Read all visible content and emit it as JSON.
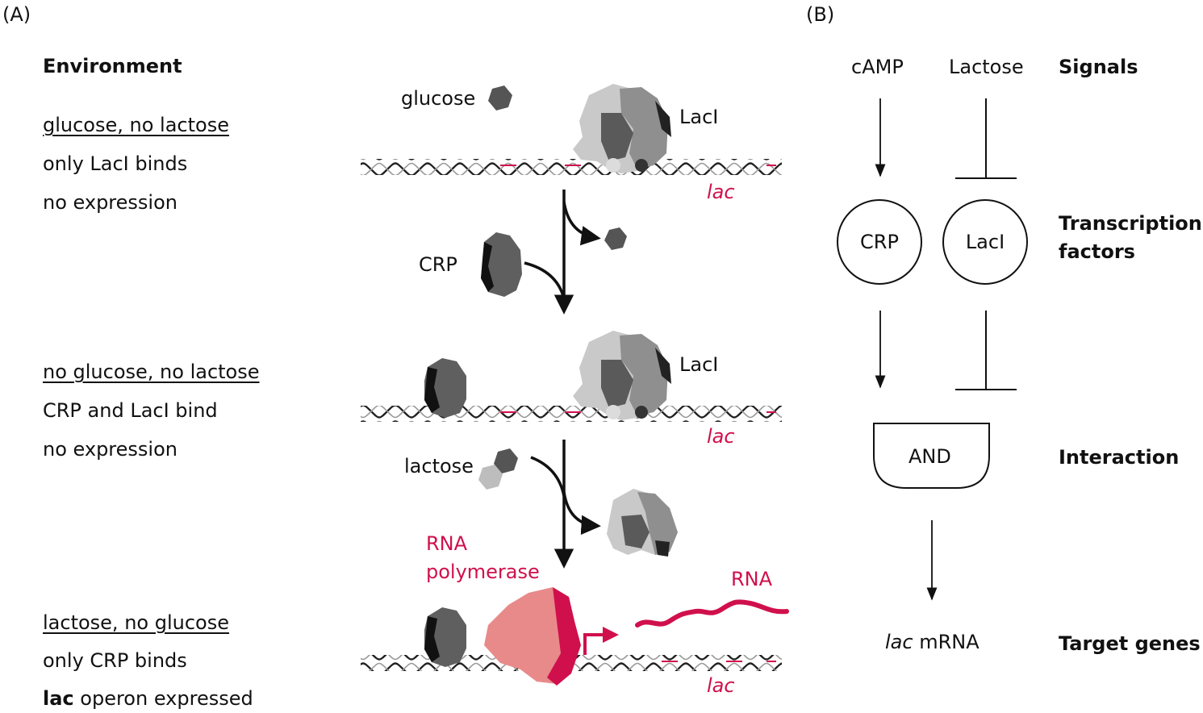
{
  "panel_a": {
    "label": "(A)",
    "header": "Environment",
    "states": [
      {
        "condition": "glucose, no lactose",
        "binding": "only LacI binds",
        "expression": "no expression"
      },
      {
        "condition": "no glucose, no lactose",
        "binding": "CRP and LacI bind",
        "expression": "no expression"
      },
      {
        "condition": "lactose, no glucose",
        "binding": "only CRP binds",
        "expression_bold": "lac",
        "expression_rest": " operon expressed"
      }
    ],
    "labels": {
      "glucose": "glucose",
      "laci_1": "LacI",
      "laci_2": "LacI",
      "crp": "CRP",
      "lactose": "lactose",
      "rna_polymerase_line1": "RNA",
      "rna_polymerase_line2": "polymerase",
      "rna": "RNA",
      "lac_1": "lac",
      "lac_2": "lac",
      "lac_3": "lac"
    },
    "colors": {
      "accent": "#d0104c",
      "polymerase": "#e88a8a",
      "protein_dark": "#5a5a5a",
      "protein_mid": "#8c8c8c",
      "protein_light": "#c8c8c8"
    }
  },
  "panel_b": {
    "label": "(B)",
    "signals": {
      "camp": "cAMP",
      "lactose": "Lactose"
    },
    "factors": {
      "crp": "CRP",
      "laci": "LacI"
    },
    "gate": "AND",
    "target_italic": "lac",
    "target_rest": " mRNA",
    "row_labels": {
      "signals": "Signals",
      "tf_line1": "Transcription",
      "tf_line2": "factors",
      "interaction": "Interaction",
      "target": "Target genes"
    }
  }
}
